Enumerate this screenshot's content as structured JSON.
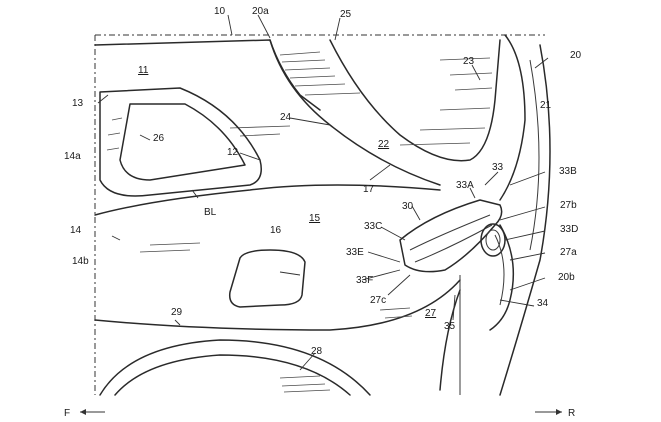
{
  "labels": {
    "l10": "10",
    "l20a": "20a",
    "l25": "25",
    "l20": "20",
    "l11": "11",
    "l23": "23",
    "l21": "21",
    "l13": "13",
    "l24": "24",
    "l26": "26",
    "l22": "22",
    "l12": "12",
    "l14a": "14a",
    "l33": "33",
    "l17": "17",
    "l33B": "33B",
    "l33A": "33A",
    "lBL": "BL",
    "l30": "30",
    "l27b": "27b",
    "l14": "14",
    "l15": "15",
    "l33C": "33C",
    "l16": "16",
    "l33D": "33D",
    "l33E": "33E",
    "l27a": "27a",
    "l14b": "14b",
    "l33F": "33F",
    "l20b": "20b",
    "l27c": "27c",
    "l34": "34",
    "l29": "29",
    "l27": "27",
    "l35": "35",
    "l28": "28"
  },
  "arrows": {
    "front": "F",
    "rear": "R"
  }
}
